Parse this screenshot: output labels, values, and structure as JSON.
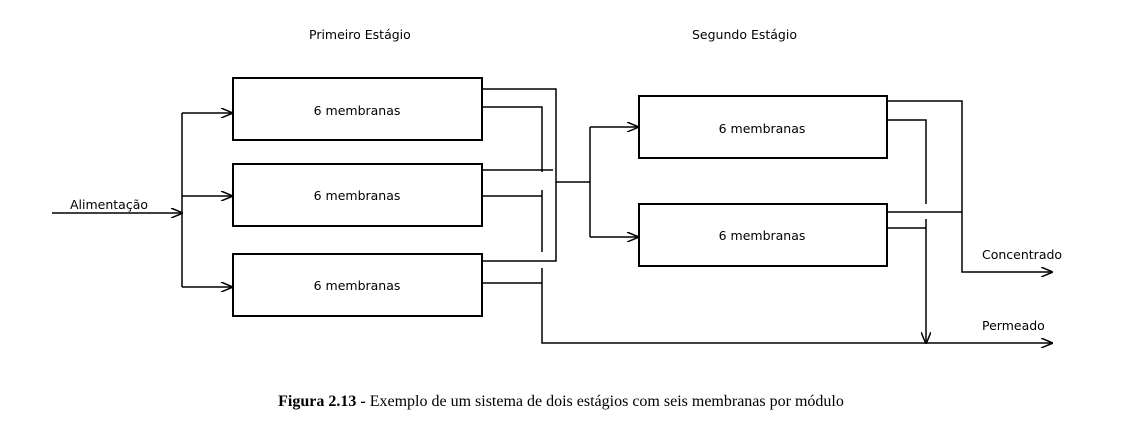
{
  "stage_labels": {
    "first": "Primeiro Estágio",
    "second": "Segundo Estágio"
  },
  "flow_labels": {
    "feed": "Alimentação",
    "concentrate": "Concentrado",
    "permeate": "Permeado"
  },
  "modules": {
    "first_stage": [
      "6 membranas",
      "6 membranas",
      "6 membranas"
    ],
    "second_stage": [
      "6 membranas",
      "6 membranas"
    ]
  },
  "caption": {
    "label": "Figura 2.13 -",
    "text": " Exemplo de um sistema de dois estágios com seis membranas por módulo"
  }
}
